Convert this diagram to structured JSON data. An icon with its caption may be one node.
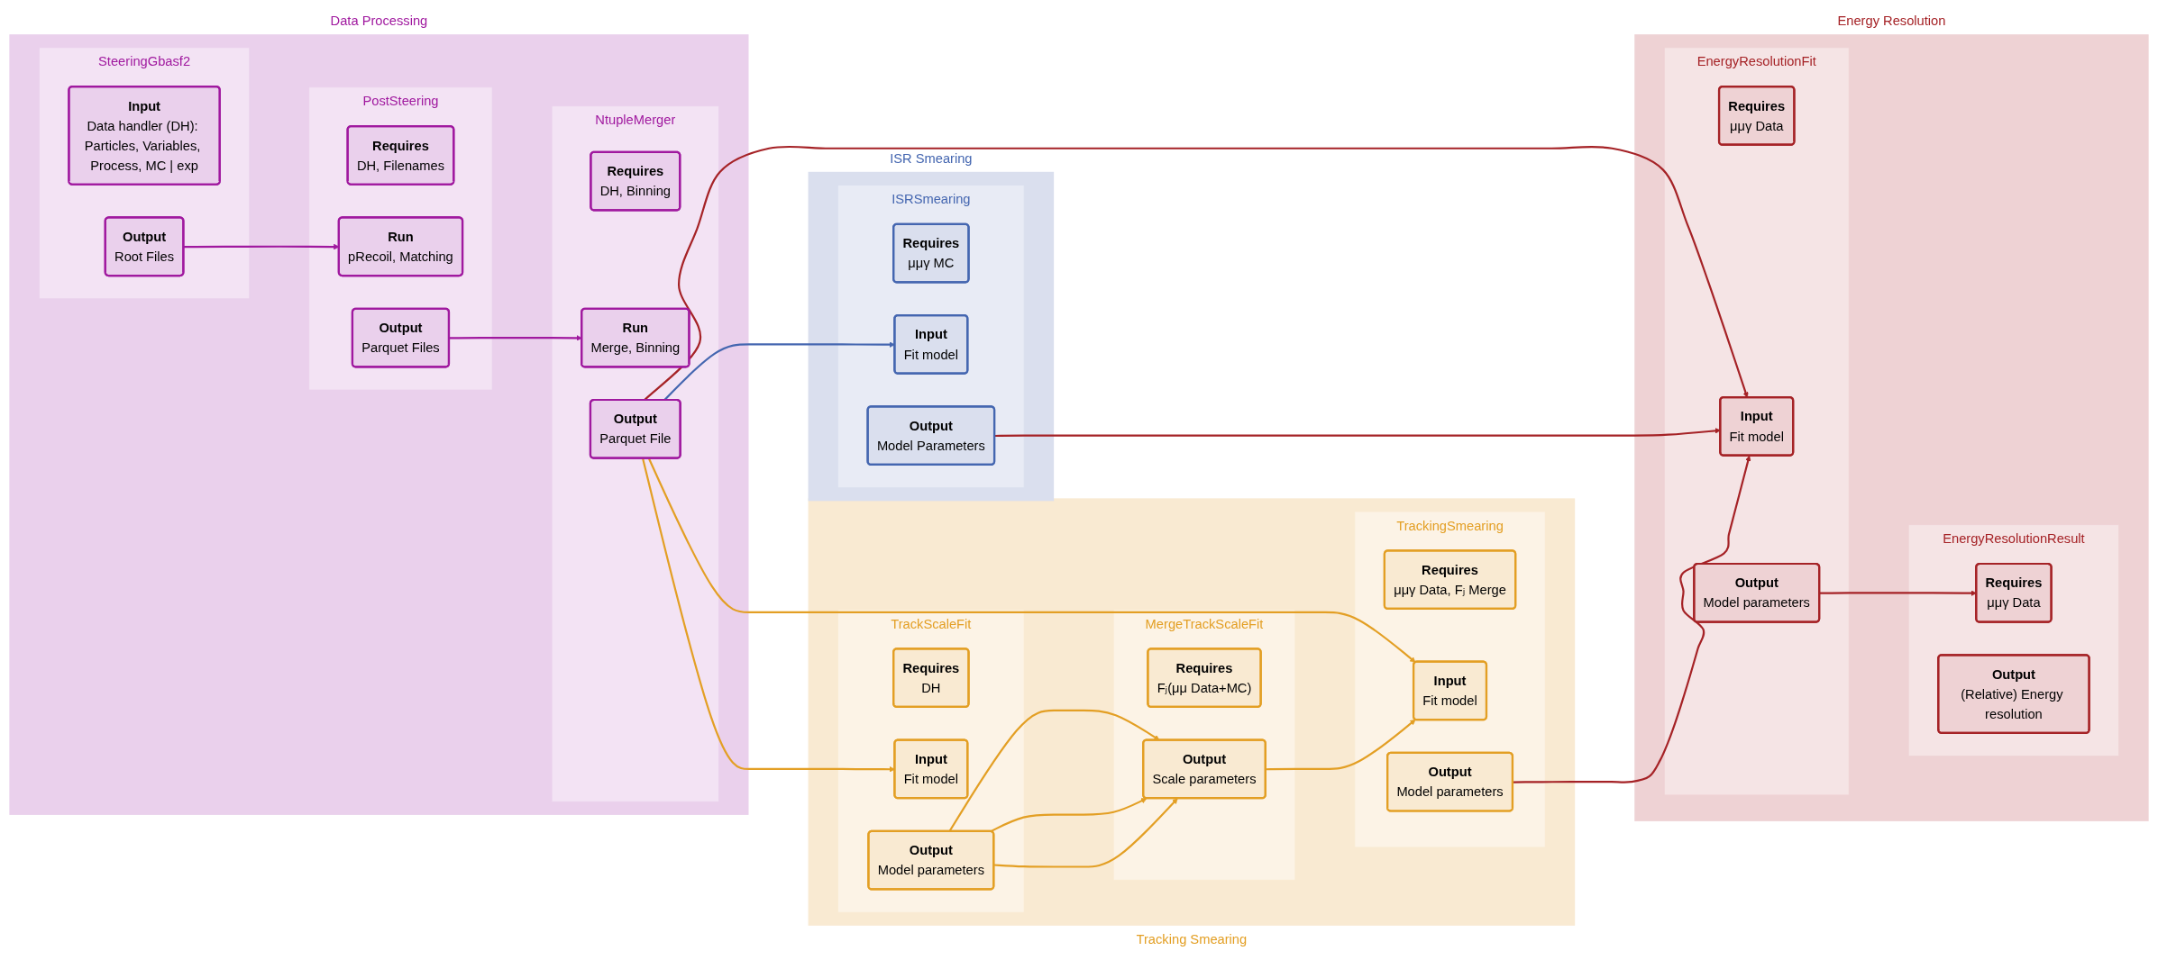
{
  "diagram": {
    "nodes": [
      {
        "text": [
          "Data Processing"
        ]
      },
      {
        "text": [
          "PostSteering"
        ],
        "in": 0
      },
      {
        "text": [
          "Requires",
          "DH, Filenames"
        ],
        "in": 1
      },
      {
        "text": [
          "Run",
          "pRecoil, Matching"
        ],
        "in": 1
      },
      {
        "text": [
          "Output",
          "Parquet Files"
        ],
        "in": 1
      },
      {
        "text": [
          "NtupleMerger"
        ],
        "in": 0
      },
      {
        "text": [
          "Requires",
          "DH, Binning"
        ],
        "in": 5
      },
      {
        "text": [
          "Run",
          "Merge, Binning"
        ],
        "in": 5
      },
      {
        "text": [
          "Output",
          "Parquet File"
        ],
        "in": 5
      },
      {
        "text": [
          "SteeringGbasf2"
        ],
        "in": 0
      },
      {
        "text": [
          "Input",
          "Data handler (DH): Particles, Variables, Process, MC | exp"
        ],
        "in": 9
      },
      {
        "text": [
          "Output",
          "Root Files"
        ],
        "in": 9
      },
      {
        "text": [
          "ISR Smearing"
        ]
      },
      {
        "text": [
          "ISRSmearing"
        ],
        "in": 12
      },
      {
        "text": [
          "Requires",
          "μμγ MC"
        ],
        "in": 13
      },
      {
        "text": [
          "Input",
          "Fit model"
        ],
        "in": 13
      },
      {
        "text": [
          "Output",
          "Model Parameters"
        ],
        "in": 13
      },
      {
        "text": [
          "Tracking Smearing"
        ]
      },
      {
        "text": [
          "TrackScaleFit"
        ],
        "in": 17
      },
      {
        "text": [
          "Requires",
          "DH"
        ],
        "in": 18
      },
      {
        "text": [
          "Input",
          "Fit model"
        ],
        "in": 18
      },
      {
        "text": [
          "Output",
          "Model parameters"
        ],
        "in": 18
      },
      {
        "text": [
          "MergeTrackScaleFit"
        ],
        "in": 17
      },
      {
        "text": [
          "Requires",
          "Fⱼ(μμ Data+MC)"
        ],
        "in": 22
      },
      {
        "text": [
          "Output",
          "Scale parameters"
        ],
        "in": 22
      },
      {
        "text": [
          "TrackingSmearing"
        ],
        "in": 17
      },
      {
        "text": [
          "Requires",
          "μμγ Data, Fⱼ Merge"
        ],
        "in": 25
      },
      {
        "text": [
          "Input",
          "Fit model"
        ],
        "in": 25
      },
      {
        "text": [
          "Output",
          "Model parameters"
        ],
        "in": 25
      },
      {
        "text": [
          "Energy Resolution"
        ]
      },
      {
        "text": [
          "EnergyResolutionFit"
        ],
        "in": 29
      },
      {
        "text": [
          "Requires",
          "μμγ Data"
        ],
        "in": 30
      },
      {
        "text": [
          "Input",
          "Fit model"
        ],
        "in": 30
      },
      {
        "text": [
          "Output",
          "Model parameters"
        ],
        "in": 30
      },
      {
        "text": [
          "EnergyResolutionResult"
        ],
        "in": 29
      },
      {
        "text": [
          "Requires",
          "μμγ Data"
        ],
        "in": 34
      },
      {
        "text": [
          "Output",
          "(Relative) Energy resolution"
        ],
        "in": 34
      }
    ],
    "edges": [
      {
        "from": 11,
        "to": 3,
        "arrow": "to",
        "color": "#a0199f"
      },
      {
        "from": 4,
        "to": 7,
        "arrow": "to",
        "color": "#a0199f"
      },
      {
        "from": 8,
        "to": 15,
        "arrow": "to",
        "color": "#4466b0"
      },
      {
        "from": 8,
        "to": 32,
        "arrow": "to",
        "color": "#a52226"
      },
      {
        "from": 8,
        "to": 20,
        "arrow": "to"
      },
      {
        "from": 8,
        "to": 27,
        "arrow": "to"
      },
      {
        "from": 21,
        "to": 24,
        "arrow": "to"
      },
      {
        "from": 21,
        "to": 24,
        "arrow": "to"
      },
      {
        "from": 21,
        "to": 24,
        "arrow": "to"
      },
      {
        "from": 24,
        "to": 27,
        "arrow": "to"
      },
      {
        "from": 16,
        "to": 32,
        "arrow": "to",
        "color": "#a52226"
      },
      {
        "from": 28,
        "to": 32,
        "arrow": "to",
        "color": "#a52226"
      },
      {
        "from": 33,
        "to": 35,
        "arrow": "to",
        "color": "#a52226"
      }
    ]
  }
}
